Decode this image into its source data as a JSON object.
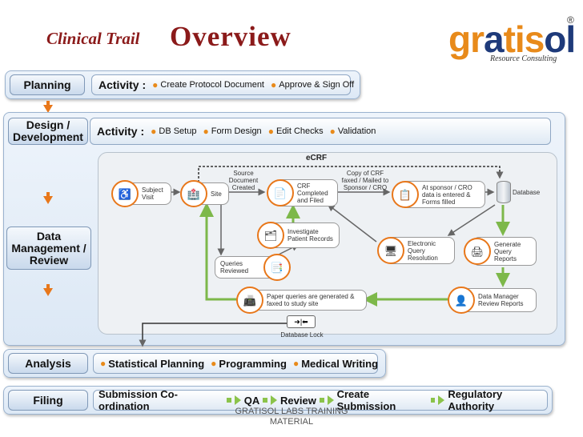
{
  "title": {
    "small": "Clinical Trail",
    "big": "Overview"
  },
  "logo": {
    "word_g": "gr",
    "word_a": "a",
    "word_rest": "tis",
    "word_ol": "ol",
    "tagline": "Resource Consulting",
    "reg": "®"
  },
  "stages": {
    "planning": "Planning",
    "design": "Design / Development",
    "data": "Data Management / Review",
    "analysis": "Analysis",
    "filing": "Filing"
  },
  "planning_bar": {
    "label": "Activity :",
    "items": [
      "Create Protocol Document",
      "Approve & Sign Off"
    ]
  },
  "design_bar": {
    "label": "Activity  :",
    "items": [
      "DB Setup",
      "Form Design",
      "Edit Checks",
      "Validation"
    ]
  },
  "flow": {
    "ecrf": "eCRF",
    "subject_visit": "Subject Visit",
    "site": "Site",
    "source_doc": "Source Document Created",
    "crf_completed": "CRF Completed and Filed",
    "copy_crf": "Copy of CRF faxed / Mailed to Sponsor / CRO",
    "at_sponsor": "At sponsor / CRO data is entered & Forms filled",
    "database": "Database",
    "investigate": "Investigate Patient Records",
    "queries_reviewed": "Queries Reviewed",
    "electronic_query": "Electronic Query Resolution",
    "generate_query": "Generate Query Reports",
    "paper_queries": "Paper queries are generated & faxed to study site",
    "dm_review": "Data Manager Review Reports",
    "db_lock": "Database Lock"
  },
  "analysis_bar": {
    "items": [
      "Statistical Planning",
      "Programming",
      "Medical Writing"
    ]
  },
  "filing_bar": {
    "items": [
      "Submission Co-ordination",
      "QA",
      "Review",
      "Create Submission",
      "Regulatory Authority"
    ]
  },
  "footer": "GRATISOL LABS TRAINING MATERIAL",
  "colors": {
    "accent": "#e8771a",
    "title": "#8b1a1a",
    "logo_blue": "#1e3a7a",
    "arrow_green": "#8bc34a"
  }
}
